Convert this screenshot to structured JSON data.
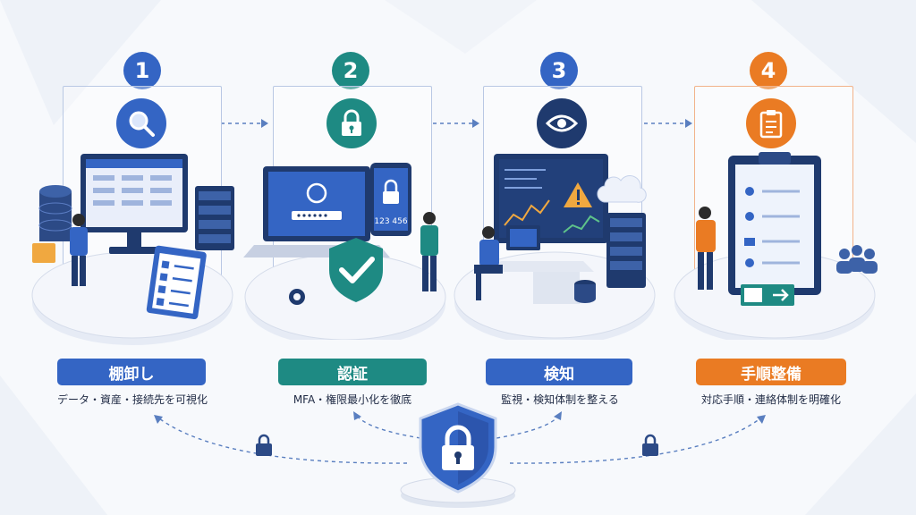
{
  "steps": [
    {
      "number": "1",
      "label": "棚卸し",
      "description": "データ・資産・接続先を可視化",
      "color": "#3465c4",
      "icon": "search-icon"
    },
    {
      "number": "2",
      "label": "認証",
      "description": "MFA・権限最小化を徹底",
      "color": "#1e8a83",
      "icon": "lock-icon"
    },
    {
      "number": "3",
      "label": "検知",
      "description": "監視・検知体制を整える",
      "color": "#3465c4",
      "icon": "eye-icon"
    },
    {
      "number": "4",
      "label": "手順整備",
      "description": "対応手順・連絡体制を明確化",
      "color": "#ea7b23",
      "icon": "clipboard-icon"
    }
  ],
  "scene_text": {
    "pin": "123 456"
  },
  "colors": {
    "blue": "#3465c4",
    "teal": "#1e8a83",
    "orange": "#ea7b23",
    "navy": "#1f3a6e"
  },
  "center_icon": "shield-lock-icon"
}
